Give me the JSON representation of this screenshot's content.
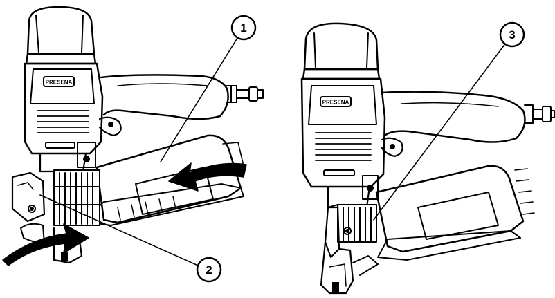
{
  "colors": {
    "ink": "#000000",
    "paper": "#ffffff",
    "shade": "#d9d9d9"
  },
  "tools": [
    {
      "brand": "PRESENA"
    },
    {
      "brand": "PRESENA"
    }
  ],
  "callouts": [
    {
      "number": "1"
    },
    {
      "number": "2"
    },
    {
      "number": "3"
    }
  ],
  "arrows": [
    {
      "icon": "curved-arrow-icon",
      "direction": "left"
    },
    {
      "icon": "curved-arrow-icon",
      "direction": "right"
    }
  ]
}
